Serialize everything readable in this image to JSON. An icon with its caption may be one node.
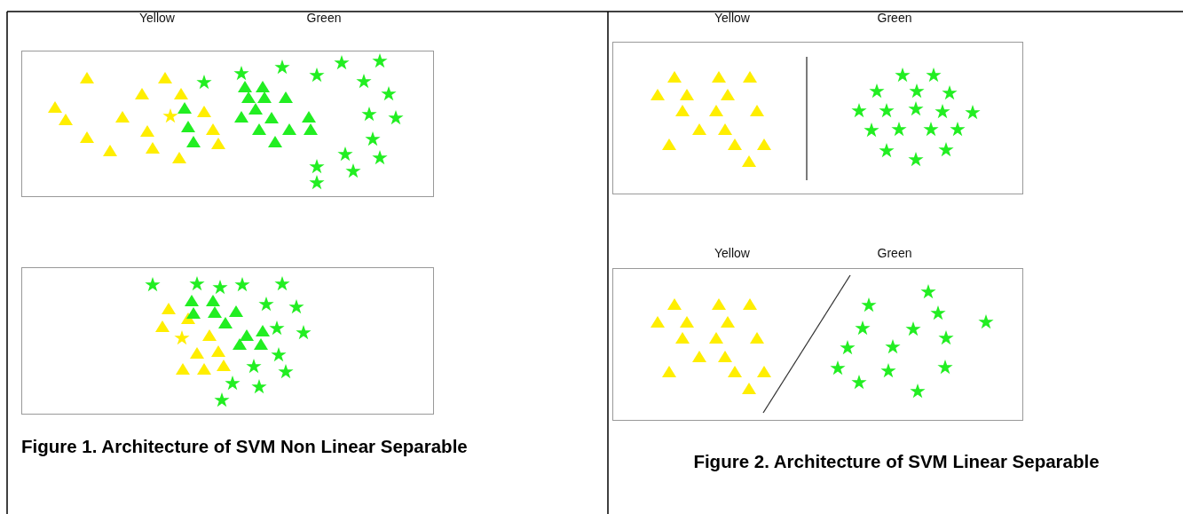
{
  "diagram": {
    "labels": [
      "Yellow",
      "Green",
      "Yellow",
      "Green",
      "Yellow",
      "Green",
      "Figure 1. Architecture of SVM Non Linear Separable",
      "Figure 2. Architecture of SVM Linear Separable"
    ]
  }
}
